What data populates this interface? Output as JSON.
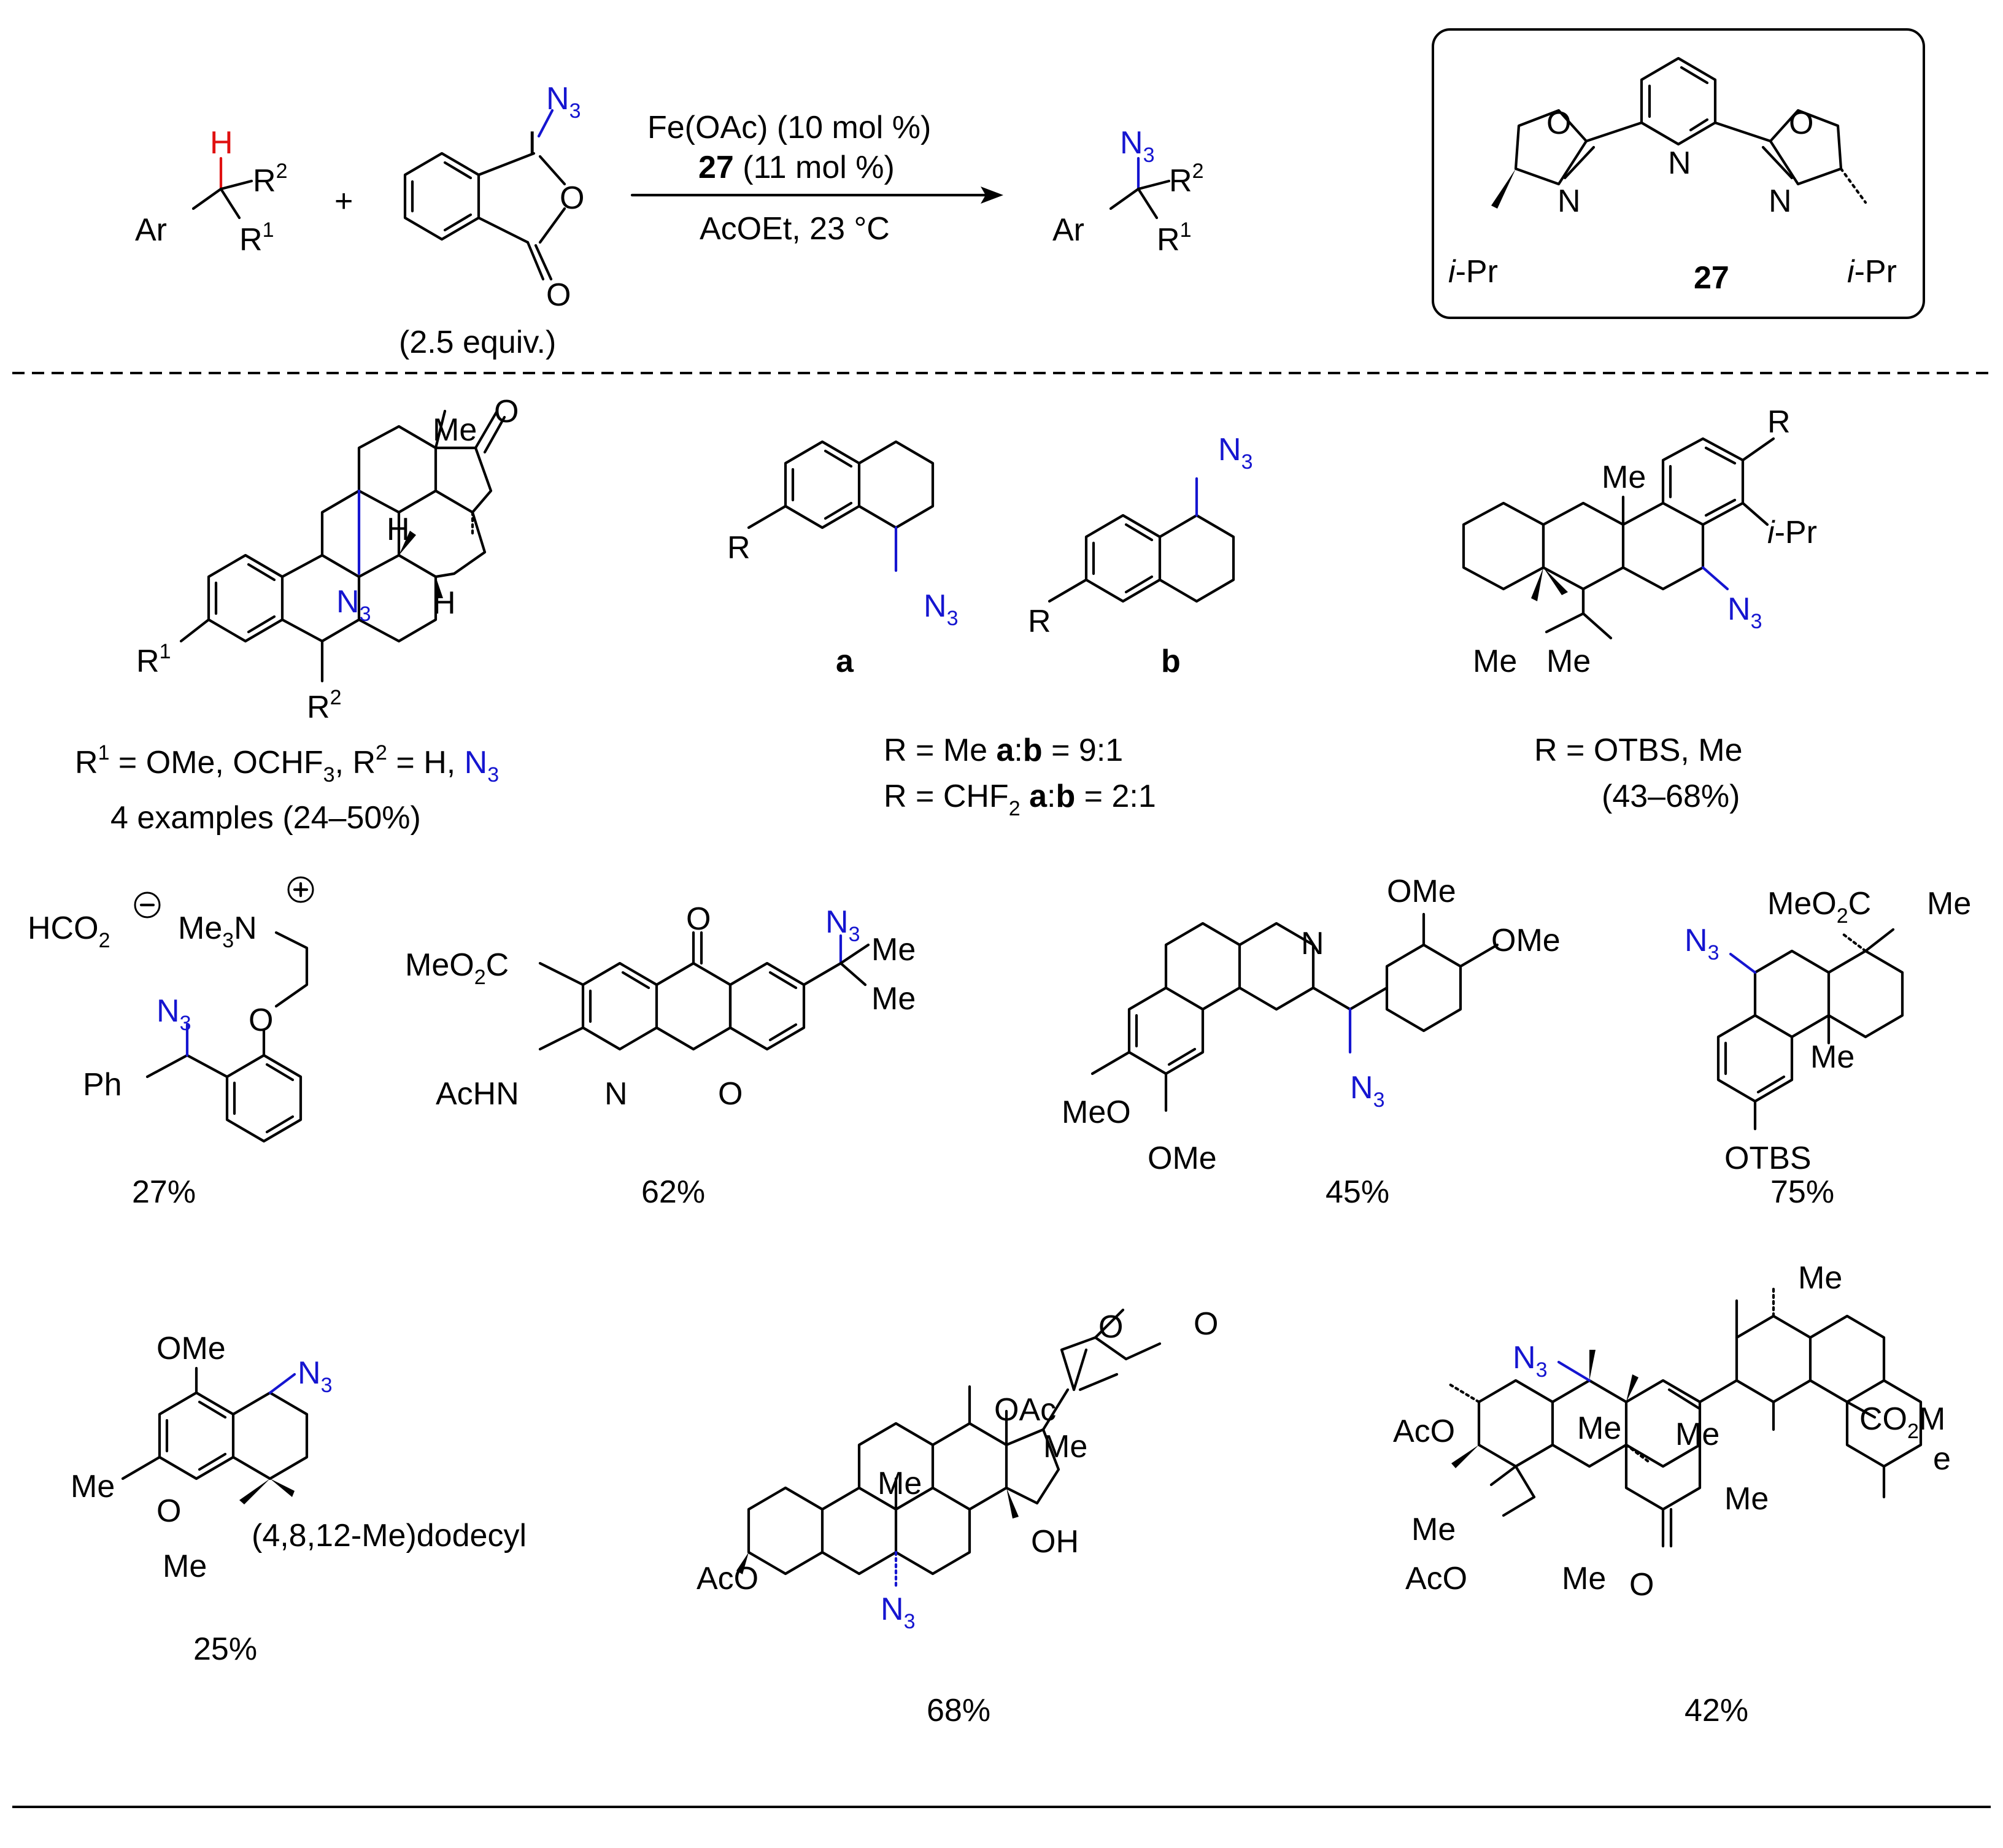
{
  "colors": {
    "azide": "#1515d0",
    "c_h": "#e01010",
    "ink": "#000000"
  },
  "reaction": {
    "substrate": {
      "Ar": "Ar",
      "H": "H",
      "R2": "R",
      "R2_sup": "2",
      "R1": "R",
      "R1_sup": "1"
    },
    "plus": "+",
    "reagent": {
      "N3": "N",
      "N3_sub": "3",
      "I": "I",
      "O": "O",
      "O2": "O",
      "equiv": "(2.5 equiv.)"
    },
    "conditions": {
      "line1": "Fe(OAc) (10 mol %)",
      "line2_bold": "27",
      "line2_rest": " (11 mol %)",
      "line3": "AcOEt, 23 °C"
    },
    "product": {
      "Ar": "Ar",
      "N3": "N",
      "N3_sub": "3",
      "R2": "R",
      "R2_sup": "2",
      "R1": "R",
      "R1_sup": "1"
    }
  },
  "ligand": {
    "number": "27",
    "O": "O",
    "N": "N",
    "iPr_italic": "i",
    "iPr_rest": "-Pr"
  },
  "examples": {
    "estrone": {
      "Me": "Me",
      "O": "O",
      "H": "H",
      "N3": "N",
      "sub3": "3",
      "R1": "R",
      "sup1": "1",
      "R2": "R",
      "sup2": "2",
      "caption1_a": "R",
      "caption1_b": " = OMe, OCHF",
      "caption1_c": ", R",
      "caption1_d": " = H, ",
      "caption1_e": "N",
      "caption2": "4 examples (24–50%)"
    },
    "tetralin": {
      "R": "R",
      "N3": "N",
      "sub3": "3",
      "label_a": "a",
      "label_b": "b",
      "line1_a": "R = Me ",
      "line1_b": "a",
      "line1_c": ":",
      "line1_d": "b",
      "line1_e": " = 9:1",
      "line2_a": "R = CHF",
      "line2_sub": "2",
      "line2_b": " ",
      "line2_c": "a",
      "line2_d": ":",
      "line2_e": "b",
      "line2_f": " = 2:1"
    },
    "abietane": {
      "R": "R",
      "Me": "Me",
      "iPr_i": "i",
      "iPr_rest": "-Pr",
      "N3": "N",
      "sub3": "3",
      "caption1": "R = OTBS, Me",
      "caption2": "(43–68%)"
    },
    "choline": {
      "HCO2": "HCO",
      "sub2": "2",
      "Me3N": "Me",
      "sub3": "3",
      "N": "N",
      "N3": "N",
      "O": "O",
      "Ph": "Ph",
      "yield": "27%"
    },
    "xanthone": {
      "O": "O",
      "MeO2C": "MeO",
      "sub2": "2",
      "C": "C",
      "N3": "N",
      "sub3": "3",
      "Me": "Me",
      "AcHN": "AcHN",
      "N": "N",
      "yield": "62%"
    },
    "papaverine": {
      "OMe": "OMe",
      "N": "N",
      "N3": "N",
      "sub3": "3",
      "MeO": "MeO",
      "yield": "45%"
    },
    "dehydroabietate": {
      "MeO2C": "MeO",
      "sub2": "2",
      "C": "C",
      "Me": "Me",
      "N3": "N",
      "sub3": "3",
      "OTBS": "OTBS",
      "yield": "75%"
    },
    "tocopherol": {
      "OMe": "OMe",
      "Me": "Me",
      "N3": "N",
      "sub3": "3",
      "O": "O",
      "chain": "(4,8,12-Me)dodecyl",
      "yield": "25%"
    },
    "cardenolide": {
      "O": "O",
      "OAc": "OAc",
      "Me": "Me",
      "AcO": "AcO",
      "OH": "OH",
      "N3": "N",
      "sub3": "3",
      "yield": "68%"
    },
    "triterpene": {
      "Me": "Me",
      "N3": "N",
      "sub3": "3",
      "CO2M": "CO",
      "sub2": "2",
      "M": "M",
      "e": "e",
      "AcO": "AcO",
      "O": "O",
      "yield": "42%"
    }
  }
}
